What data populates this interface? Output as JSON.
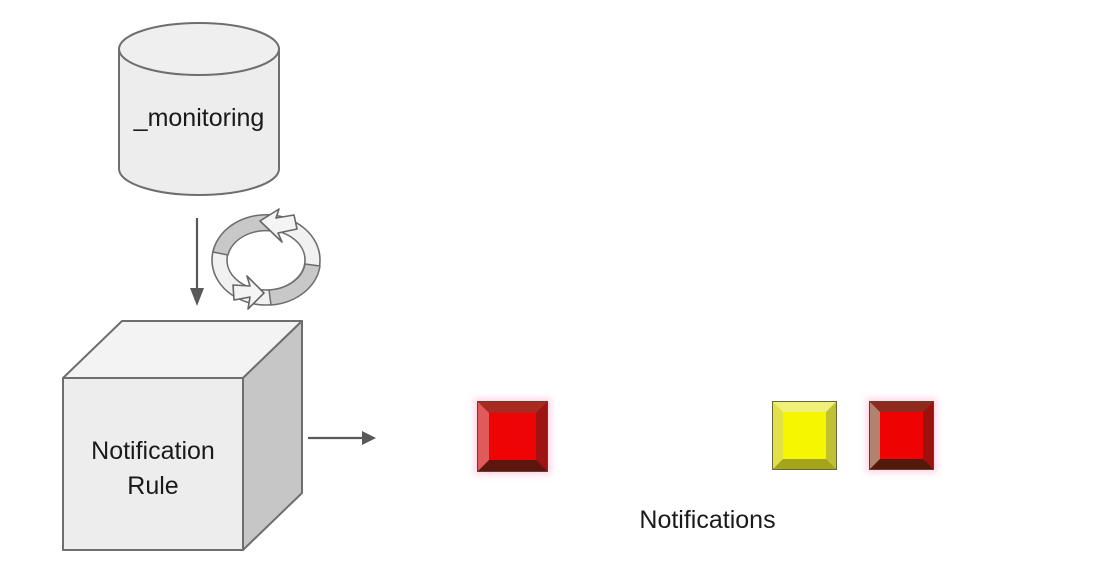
{
  "diagram": {
    "database": {
      "label": "_monitoring"
    },
    "rule": {
      "label_line1": "Notification",
      "label_line2": "Rule"
    },
    "notifications_label": "Notifications",
    "icons": {
      "down_arrow": "down-arrow-icon",
      "sync_loop": "sync-loop-icon",
      "right_arrow": "right-arrow-icon"
    },
    "indicators": {
      "output": {
        "status": "red",
        "color": "#ee0404"
      },
      "notification_yellow": {
        "status": "yellow",
        "color": "#f6f600"
      },
      "notification_red": {
        "status": "red",
        "color": "#ee0202"
      }
    }
  },
  "colors": {
    "status_red": "#ee0404",
    "status_yellow": "#f6f600",
    "shape_fill": "#ededed",
    "shape_top_fill": "#f3f3f3",
    "shape_side_fill": "#c6c6c6",
    "shape_stroke": "#6e6e6e",
    "arrow": "#595959",
    "text": "#1a1a1a"
  }
}
